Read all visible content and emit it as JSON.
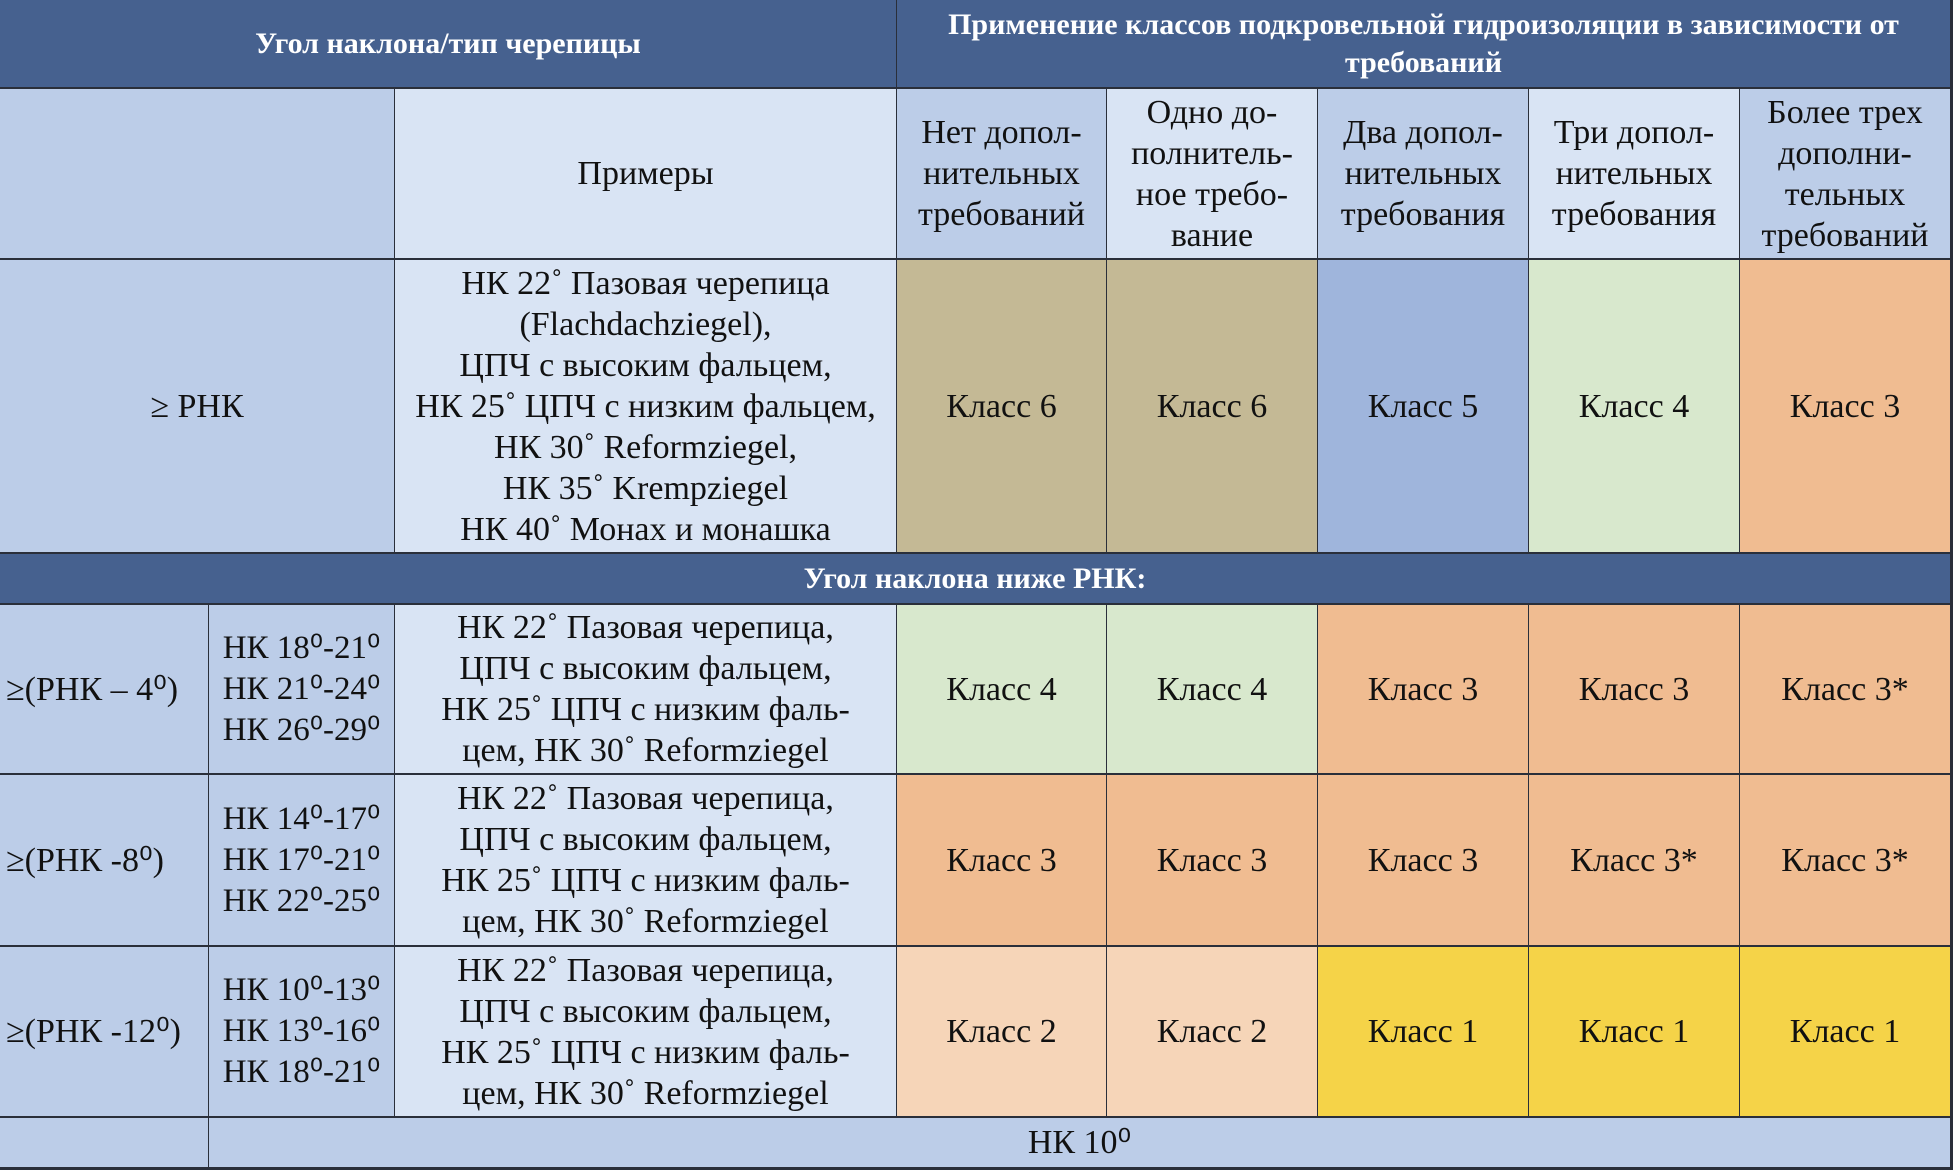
{
  "header": {
    "left": "Угол наклона/тип черепицы",
    "right": "Применение классов подкровельной гидроизоляции в зависимости от требований"
  },
  "subheader": {
    "examples": "Примеры",
    "cols": [
      "Нет допол-\nнительных\nтребований",
      "Одно до-\nполнитель-\nное требо-\nвание",
      "Два допол-\nнительных\nтребования",
      "Три допол-\nнительных\nтребования",
      "Более трех\nдополни-\nтельных\nтребований"
    ]
  },
  "row_rnk": {
    "label": "≥ РНК",
    "examples": "НК 22˚ Пазовая черепица\n(Flachdachziegel),\nЦПЧ с высоким фальцем,\nНК 25˚ ЦПЧ с низким фальцем,\nНК 30˚ Reformziegel,\nНК 35˚ Krempziegel\nНК 40˚ Монах и монашка",
    "classes": [
      "Класс 6",
      "Класс 6",
      "Класс 5",
      "Класс 4",
      "Класс 3"
    ]
  },
  "section": "Угол наклона ниже РНК:",
  "rows": [
    {
      "label": "≥(РНК – 4⁰)",
      "ranges": "НК 18⁰-21⁰\nНК 21⁰-24⁰\nНК 26⁰-29⁰",
      "examples": "НК 22˚ Пазовая черепица,\nЦПЧ с высоким фальцем,\nНК 25˚ ЦПЧ с низким фаль-\nцем, НК 30˚ Reformziegel",
      "classes": [
        "Класс 4",
        "Класс 4",
        "Класс 3",
        "Класс 3",
        "Класс 3*"
      ]
    },
    {
      "label": "≥(РНК -8⁰)",
      "ranges": "НК 14⁰-17⁰\nНК 17⁰-21⁰\nНК 22⁰-25⁰",
      "examples": "НК 22˚ Пазовая черепица,\nЦПЧ с высоким фальцем,\nНК 25˚ ЦПЧ с низким фаль-\nцем, НК 30˚ Reformziegel",
      "classes": [
        "Класс 3",
        "Класс 3",
        "Класс 3",
        "Класс 3*",
        "Класс 3*"
      ]
    },
    {
      "label": "≥(РНК -12⁰)",
      "ranges": "НК 10⁰-13⁰\nНК 13⁰-16⁰\nНК 18⁰-21⁰",
      "examples": "НК 22˚ Пазовая черепица,\nЦПЧ с высоким фальцем,\nНК 25˚ ЦПЧ с низким фаль-\nцем, НК 30˚ Reformziegel",
      "classes": [
        "Класс 2",
        "Класс 2",
        "Класс 1",
        "Класс 1",
        "Класс 1"
      ]
    }
  ],
  "footer": "НК 10⁰"
}
